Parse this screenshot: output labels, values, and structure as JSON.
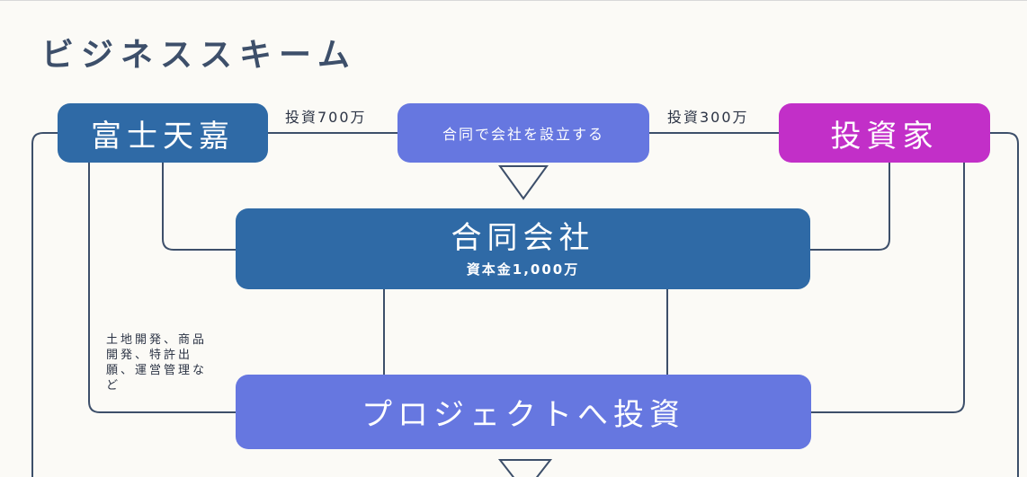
{
  "title": "ビジネススキーム",
  "nodes": {
    "fuji": "富士天嘉",
    "establish": "合同で会社を設立する",
    "investor": "投資家",
    "llc": "合同会社",
    "llc_capital": "資本金1,000万",
    "project": "プロジェクトへ投資"
  },
  "edge_labels": {
    "fuji_invest": "投資700万",
    "investor_invest": "投資300万"
  },
  "note_lines": [
    "土地開発、商品",
    "開発、特許出",
    "願、運営管理な",
    "ど"
  ],
  "colors": {
    "dark_box": "#2f6aa6",
    "light_box": "#6677e0",
    "investor_box": "#c22fc8",
    "lines": "#3d4f6a",
    "background": "#fbfaf6"
  }
}
